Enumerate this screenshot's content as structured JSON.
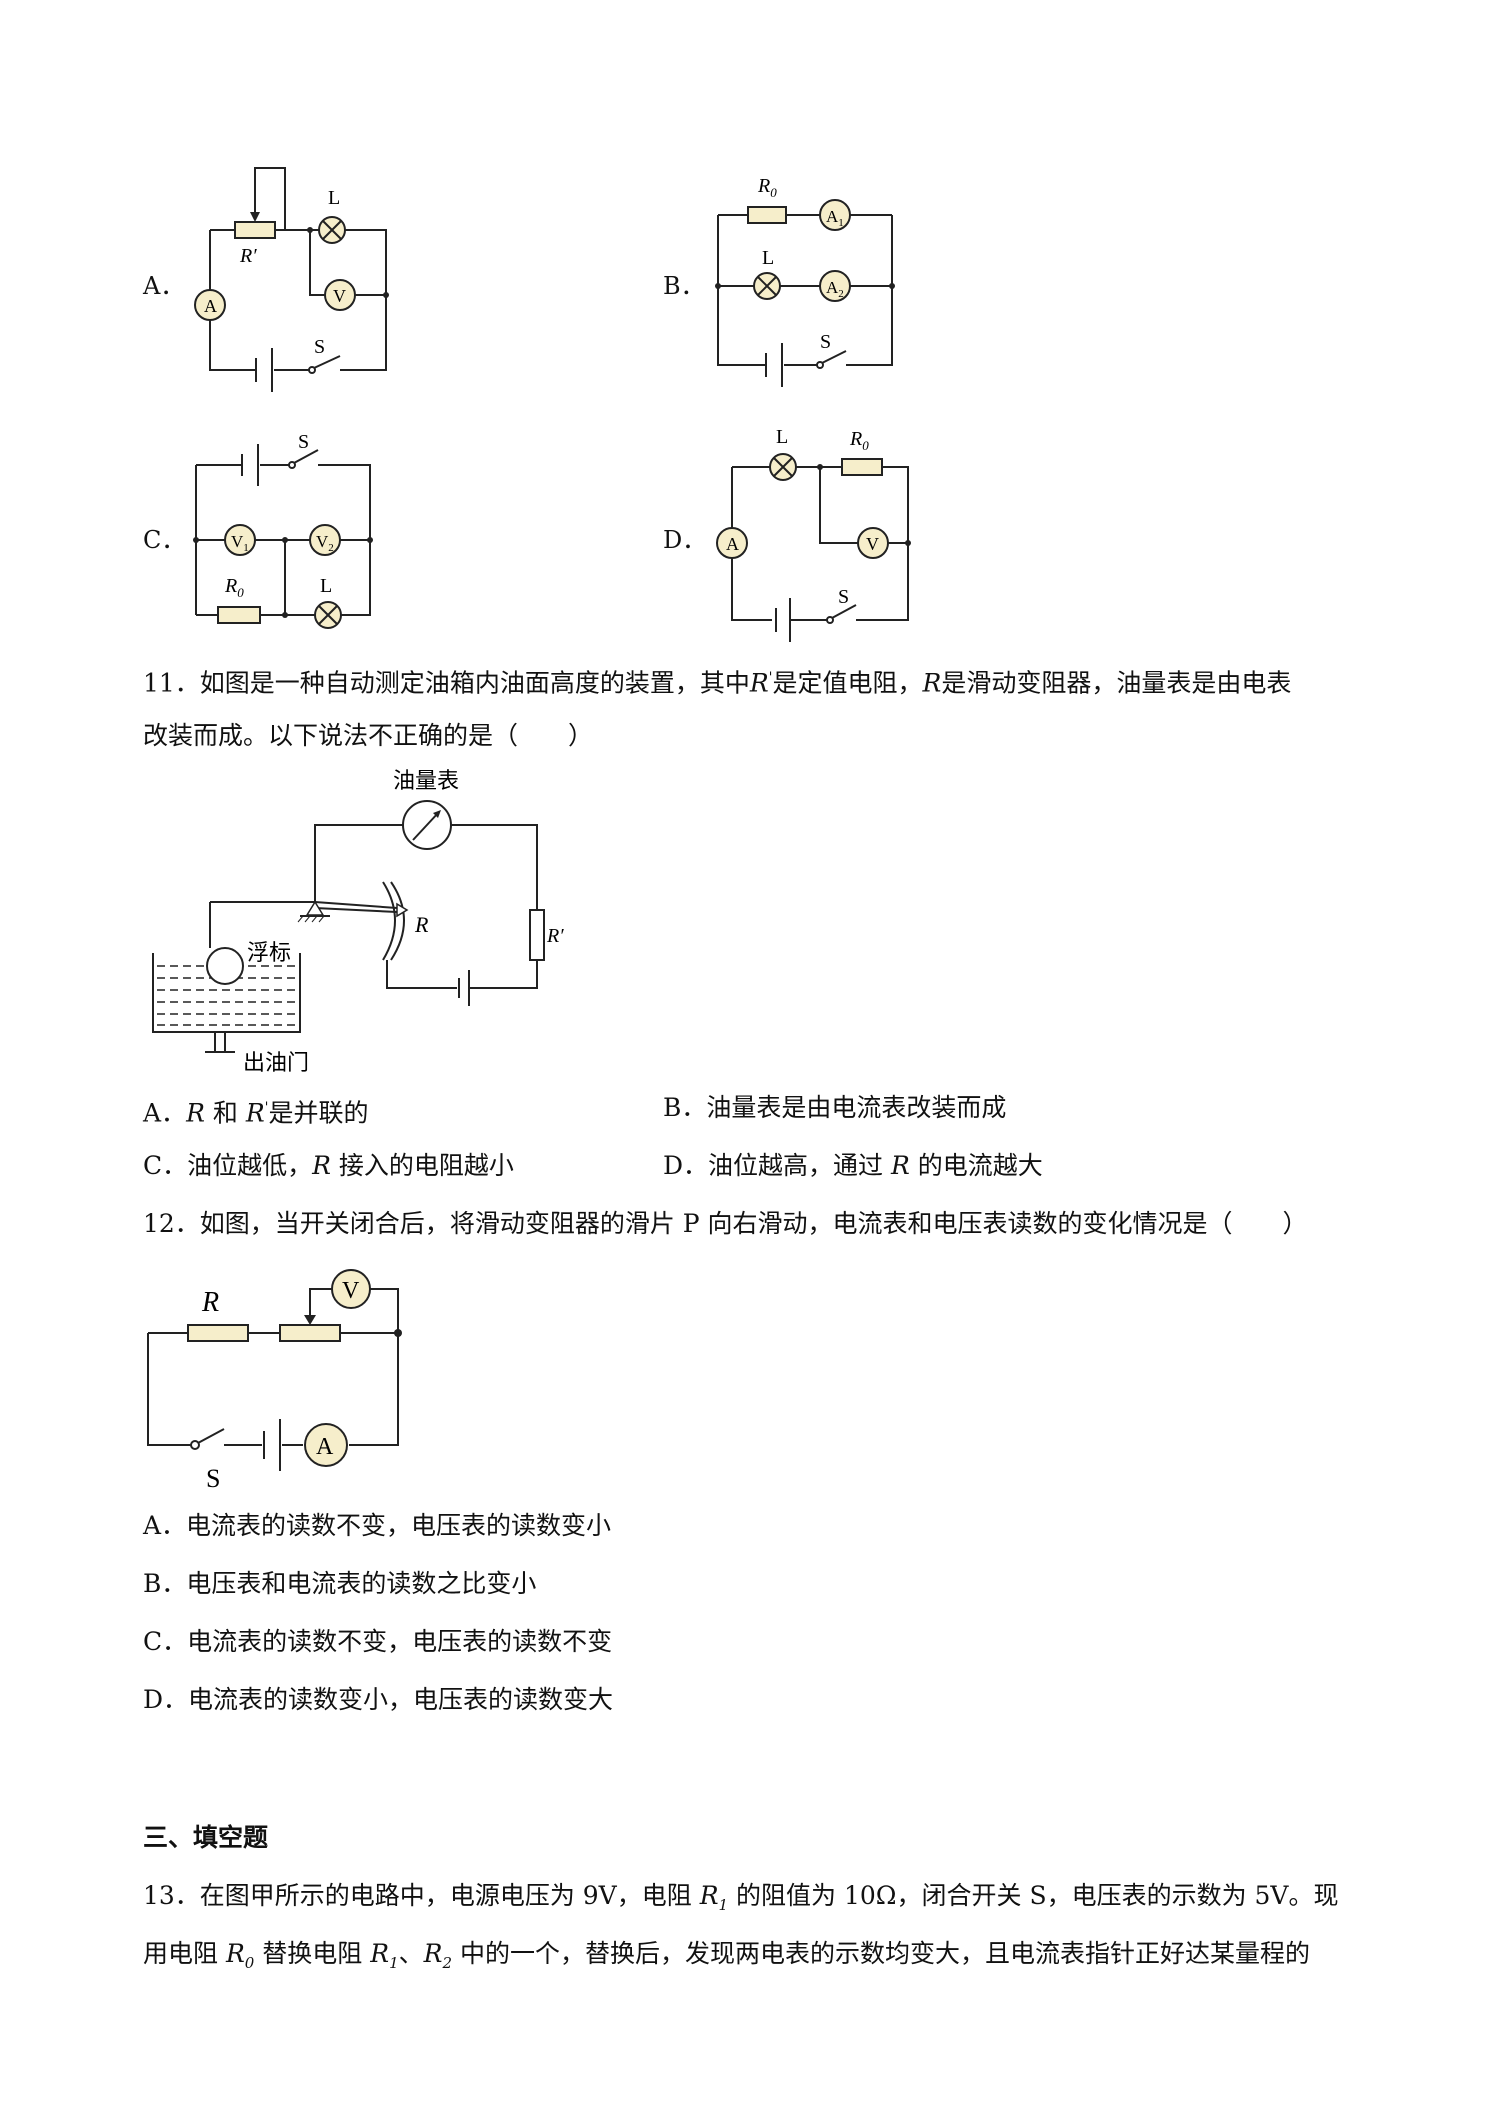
{
  "q10": {
    "options": [
      "A．",
      "B．",
      "C．",
      "D．"
    ],
    "labels": {
      "L": "L",
      "R_prime": "R′",
      "A": "A",
      "V": "V",
      "S": "S",
      "R0": "R",
      "R0_sub": "0",
      "A1": "A",
      "A1_sub": "1",
      "A2": "A",
      "A2_sub": "2",
      "V1": "V",
      "V1_sub": "1",
      "V2": "V",
      "V2_sub": "2"
    }
  },
  "q11": {
    "stem_line1_a": "11．如图是一种自动测定油箱内油面高度的装置，其中",
    "stem_R": "R",
    "stem_prime": "'",
    "stem_line1_b": "是定值电阻，",
    "stem_R2": "R",
    "stem_line1_c": "是滑动变阻器，油量表是由电表",
    "stem_line2": "改装而成。以下说法不正确的是（　　）",
    "figure": {
      "meter": "油量表",
      "float": "浮标",
      "valve": "出油门",
      "R": "R",
      "R_prime": "R′"
    },
    "optA_a": "A．",
    "optA_R": "R",
    "optA_b": "和",
    "optA_R2": "R",
    "optA_prime": "'",
    "optA_c": "是并联的",
    "optB": "B．油量表是由电流表改装而成",
    "optC_a": "C．油位越低，",
    "optC_R": "R",
    "optC_b": "接入的电阻越小",
    "optD_a": "D．油位越高，通过",
    "optD_R": "R",
    "optD_b": "的电流越大"
  },
  "q12": {
    "stem": "12．如图，当开关闭合后，将滑动变阻器的滑片 P 向右滑动，电流表和电压表读数的变化情况是（　　）",
    "figure": {
      "R": "R",
      "V": "V",
      "A": "A",
      "S": "S"
    },
    "options": [
      "A．电流表的读数不变，电压表的读数变小",
      "B．电压表和电流表的读数之比变小",
      "C．电流表的读数不变，电压表的读数不变",
      "D．电流表的读数变小，电压表的读数变大"
    ]
  },
  "section3": {
    "title": "三、填空题"
  },
  "q13": {
    "line1_a": "13．在图甲所示的电路中，电源电压为 9V，电阻",
    "line1_R1": "R",
    "line1_R1_sub": "1",
    "line1_b": "的阻值为 10Ω，闭合开关 S，电压表的示数为 5V。现",
    "line2_a": "用电阻",
    "line2_R0": "R",
    "line2_R0_sub": "0",
    "line2_b": "替换电阻",
    "line2_R1": "R",
    "line2_R1_sub": "1",
    "line2_sep": "、",
    "line2_R2": "R",
    "line2_R2_sub": "2",
    "line2_c": "中的一个，替换后，发现两电表的示数均变大，且电流表指针正好达某量程的"
  }
}
